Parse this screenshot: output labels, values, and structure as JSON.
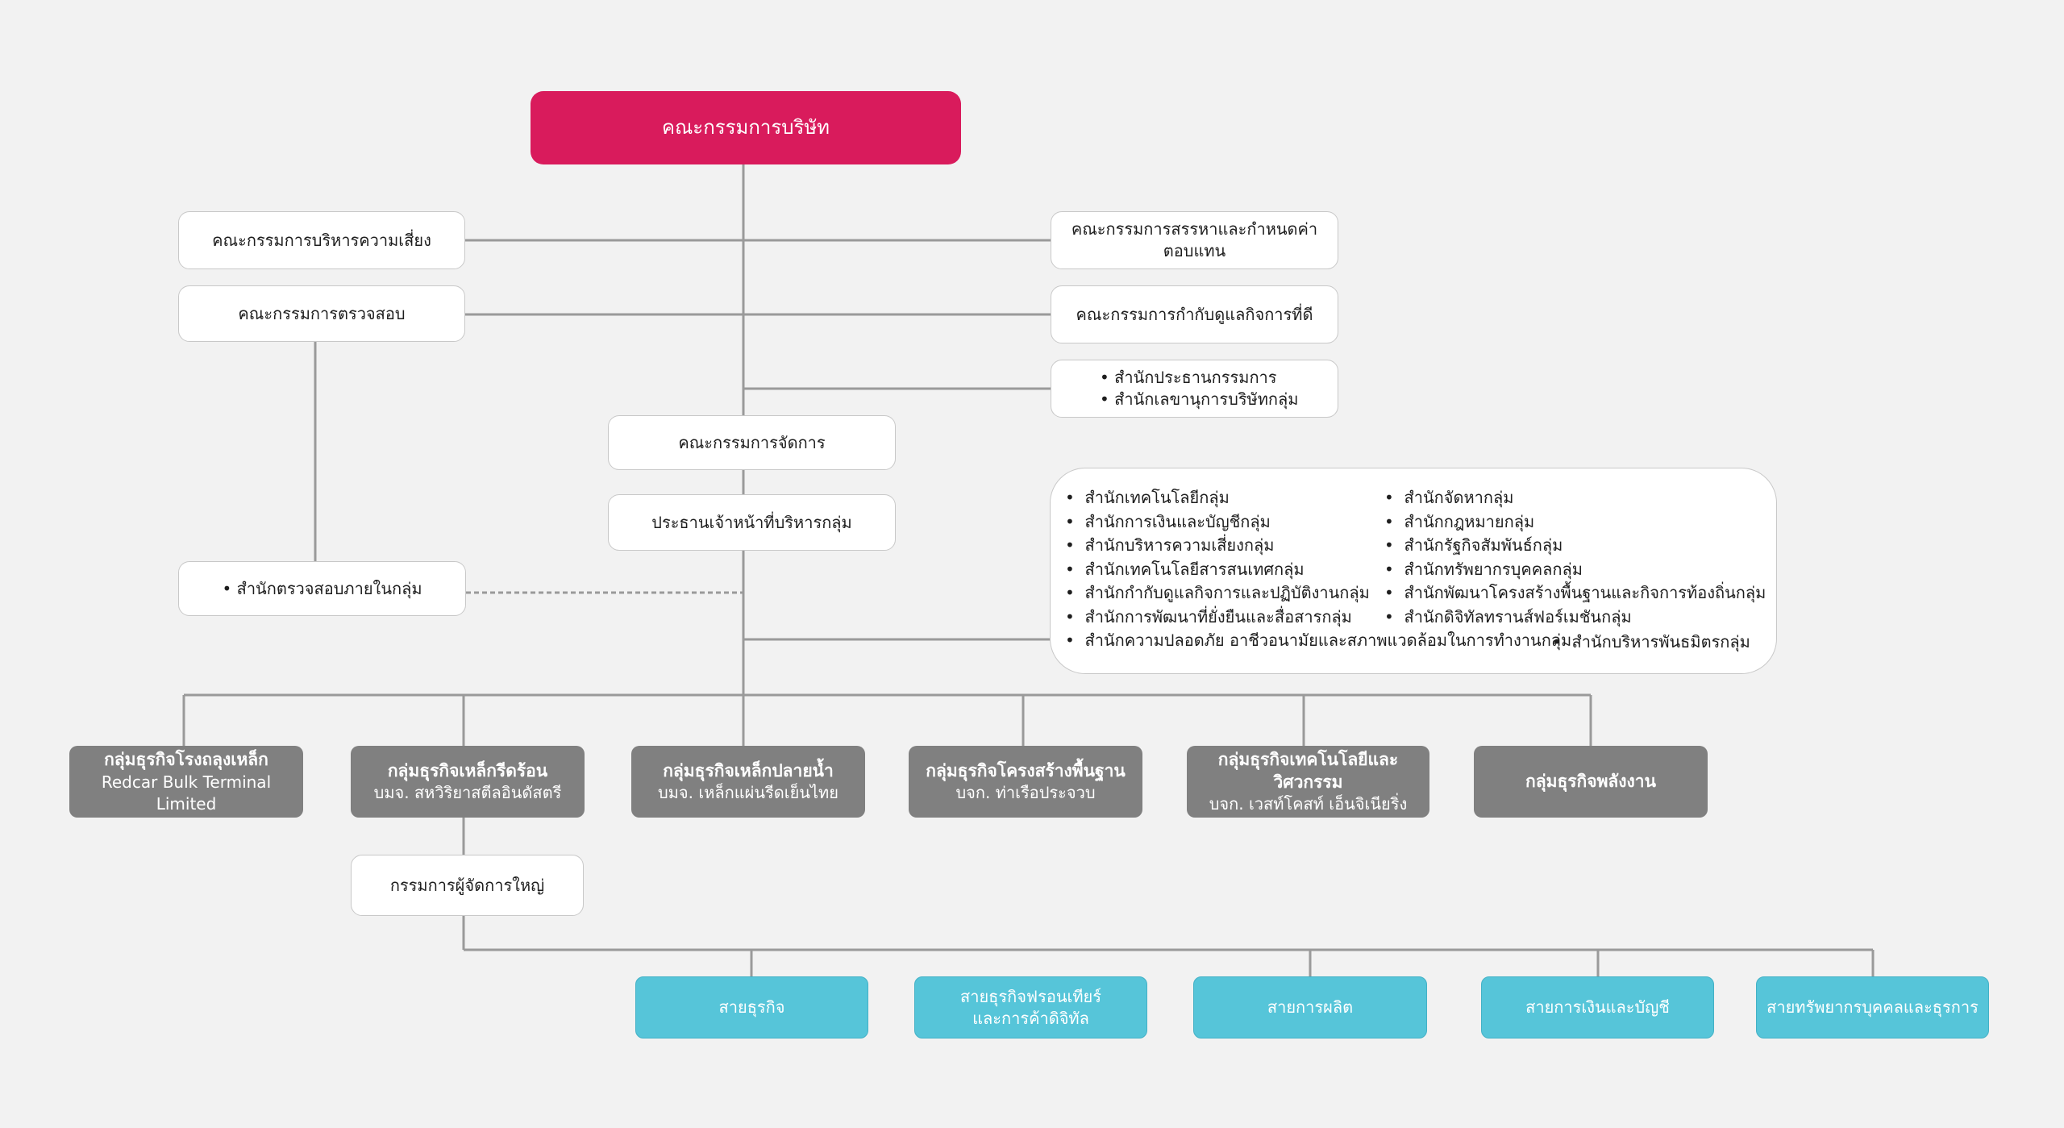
{
  "board": "คณะกรรมการบริษัท",
  "committees": {
    "risk": "คณะกรรมการบริหารความเสี่ยง",
    "audit": "คณะกรรมการตรวจสอบ",
    "nomination": "คณะกรรมการสรรหาและกำหนดค่าตอบแทน",
    "governance": "คณะกรรมการกำกับดูแลกิจการที่ดี"
  },
  "secretariat": [
    "สำนักประธานกรรมการ",
    "สำนักเลขานุการบริษัทกลุ่ม"
  ],
  "management_committee": "คณะกรรมการจัดการ",
  "group_ceo": "ประธานเจ้าหน้าที่บริหารกลุ่ม",
  "internal_audit": "สำนักตรวจสอบภายในกลุ่ม",
  "offices_left": [
    "สำนักเทคโนโลยีกลุ่ม",
    "สำนักการเงินและบัญชีกลุ่ม",
    "สำนักบริหารความเสี่ยงกลุ่ม",
    "สำนักเทคโนโลยีสารสนเทศกลุ่ม",
    "สำนักกำกับดูแลกิจการและปฏิบัติงานกลุ่ม",
    "สำนักการพัฒนาที่ยั่งยืนและสื่อสารกลุ่ม",
    "สำนักความปลอดภัย อาชีวอนามัยและสภาพแวดล้อมในการทำงานกลุ่ม"
  ],
  "offices_right": [
    "สำนักจัดหากลุ่ม",
    "สำนักกฎหมายกลุ่ม",
    "สำนักรัฐกิจสัมพันธ์กลุ่ม",
    "สำนักทรัพยากรบุคคลกลุ่ม",
    "สำนักพัฒนาโครงสร้างพื้นฐานและกิจการท้องถิ่นกลุ่ม",
    "สำนักดิจิทัลทรานส์ฟอร์เมชันกลุ่ม"
  ],
  "offices_extra": "สำนักบริหารพันธมิตรกลุ่ม",
  "business_groups": [
    {
      "name": "กลุ่มธุรกิจโรงถลุงเหล็ก",
      "sub": "Redcar Bulk Terminal Limited"
    },
    {
      "name": "กลุ่มธุรกิจเหล็กรีดร้อน",
      "sub": "บมจ. สหวิริยาสตีลอินดัสตรี"
    },
    {
      "name": "กลุ่มธุรกิจเหล็กปลายน้ำ",
      "sub": "บมจ. เหล็กแผ่นรีดเย็นไทย"
    },
    {
      "name": "กลุ่มธุรกิจโครงสร้างพื้นฐาน",
      "sub": "บจก. ท่าเรือประจวบ"
    },
    {
      "name": "กลุ่มธุรกิจเทคโนโลยีและวิศวกรรม",
      "sub": "บจก. เวสท์โคสท์ เอ็นจิเนียริ่ง"
    },
    {
      "name": "กลุ่มธุรกิจพลังงาน"
    }
  ],
  "president": "กรรมการผู้จัดการใหญ่",
  "divisions": [
    {
      "line1": "สายธุรกิจ"
    },
    {
      "line1": "สายธุรกิจฟรอนเทียร์",
      "line2": "และการค้าดิจิทัล"
    },
    {
      "line1": "สายการผลิต"
    },
    {
      "line1": "สายการเงินและบัญชี"
    },
    {
      "line1": "สายทรัพยากรบุคคลและธุรการ"
    }
  ],
  "colors": {
    "board": "#d91b5c",
    "business_group": "#808080",
    "division": "#56c5d9",
    "connector": "#9a9a9a"
  }
}
